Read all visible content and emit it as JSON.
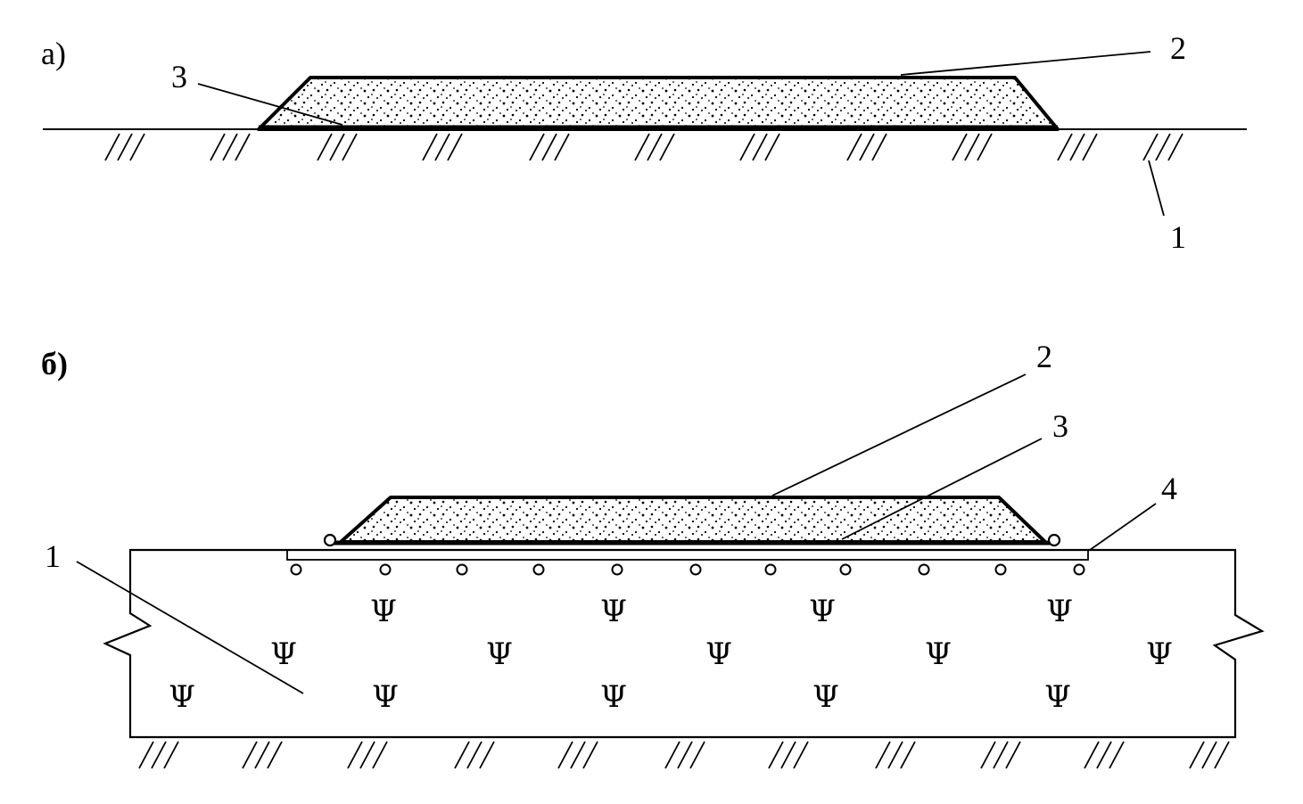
{
  "figure": {
    "panel_a": {
      "label": "а)",
      "callouts": {
        "base": "1",
        "fill": "2",
        "layer": "3"
      }
    },
    "panel_b": {
      "label": "б)",
      "callouts": {
        "base": "1",
        "fill": "2",
        "layer": "3",
        "mat": "4"
      },
      "vegetation_symbol": "Ψ"
    }
  },
  "colors": {
    "ink": "#000000",
    "paper": "#ffffff"
  }
}
